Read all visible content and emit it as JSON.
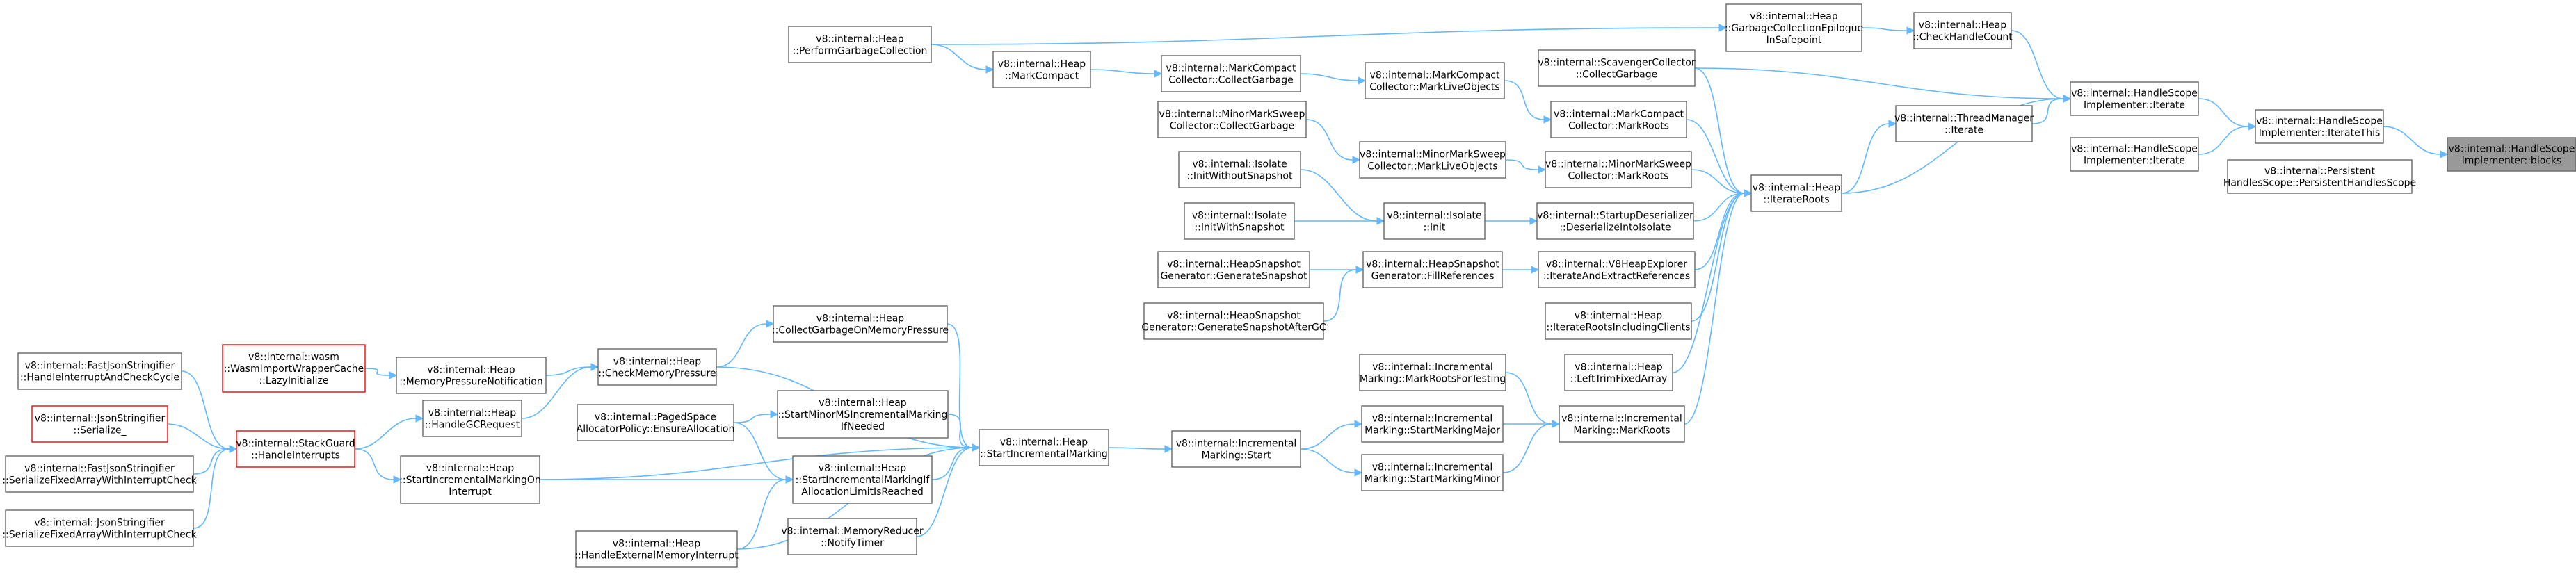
{
  "colors": {
    "edge": "#63b8ff",
    "node_border": "#666666",
    "node_border_red": "#ff0000",
    "focus_fill": "#999999"
  },
  "nodes": {
    "blocks": {
      "lines": [
        "v8::internal::HandleScope",
        "Implementer::blocks"
      ],
      "style": "focus"
    },
    "iterateThis": {
      "lines": [
        "v8::internal::HandleScope",
        "Implementer::IterateThis"
      ]
    },
    "persistentHS": {
      "lines": [
        "v8::internal::Persistent",
        "HandlesScope::PersistentHandlesScope"
      ]
    },
    "hsIterate1": {
      "lines": [
        "v8::internal::HandleScope",
        "Implementer::Iterate"
      ]
    },
    "hsIterate2": {
      "lines": [
        "v8::internal::HandleScope",
        "Implementer::Iterate"
      ]
    },
    "checkHandleCount": {
      "lines": [
        "v8::internal::Heap",
        "::CheckHandleCount"
      ]
    },
    "gcEpilogue": {
      "lines": [
        "v8::internal::Heap",
        "::GarbageCollectionEpilogue",
        "InSafepoint"
      ]
    },
    "performGC": {
      "lines": [
        "v8::internal::Heap",
        "::PerformGarbageCollection"
      ]
    },
    "threadMgrIterate": {
      "lines": [
        "v8::internal::ThreadManager",
        "::Iterate"
      ]
    },
    "iterateRoots": {
      "lines": [
        "v8::internal::Heap",
        "::IterateRoots"
      ]
    },
    "scavengerCollect": {
      "lines": [
        "v8::internal::ScavengerCollector",
        "::CollectGarbage"
      ]
    },
    "mcMarkRoots": {
      "lines": [
        "v8::internal::MarkCompact",
        "Collector::MarkRoots"
      ]
    },
    "mcMarkLive": {
      "lines": [
        "v8::internal::MarkCompact",
        "Collector::MarkLiveObjects"
      ]
    },
    "mcCollect": {
      "lines": [
        "v8::internal::MarkCompact",
        "Collector::CollectGarbage"
      ]
    },
    "heapMarkCompact": {
      "lines": [
        "v8::internal::Heap",
        "::MarkCompact"
      ]
    },
    "mmsMarkRoots": {
      "lines": [
        "v8::internal::MinorMarkSweep",
        "Collector::MarkRoots"
      ]
    },
    "mmsMarkLive": {
      "lines": [
        "v8::internal::MinorMarkSweep",
        "Collector::MarkLiveObjects"
      ]
    },
    "mmsCollect": {
      "lines": [
        "v8::internal::MinorMarkSweep",
        "Collector::CollectGarbage"
      ]
    },
    "startupDeser": {
      "lines": [
        "v8::internal::StartupDeserializer",
        "::DeserializeIntoIsolate"
      ]
    },
    "isolateInit": {
      "lines": [
        "v8::internal::Isolate",
        "::Init"
      ]
    },
    "initWithoutSnap": {
      "lines": [
        "v8::internal::Isolate",
        "::InitWithoutSnapshot"
      ]
    },
    "initWithSnap": {
      "lines": [
        "v8::internal::Isolate",
        "::InitWithSnapshot"
      ]
    },
    "v8HeapExplorer": {
      "lines": [
        "v8::internal::V8HeapExplorer",
        "::IterateAndExtractReferences"
      ]
    },
    "fillReferences": {
      "lines": [
        "v8::internal::HeapSnapshot",
        "Generator::FillReferences"
      ]
    },
    "genSnapshot": {
      "lines": [
        "v8::internal::HeapSnapshot",
        "Generator::GenerateSnapshot"
      ]
    },
    "genSnapshotAfterGC": {
      "lines": [
        "v8::internal::HeapSnapshot",
        "Generator::GenerateSnapshotAfterGC"
      ]
    },
    "iterRootsClients": {
      "lines": [
        "v8::internal::Heap",
        "::IterateRootsIncludingClients"
      ]
    },
    "leftTrim": {
      "lines": [
        "v8::internal::Heap",
        "::LeftTrimFixedArray"
      ]
    },
    "incMarkRoots": {
      "lines": [
        "v8::internal::Incremental",
        "Marking::MarkRoots"
      ]
    },
    "incMarkRootsTesting": {
      "lines": [
        "v8::internal::Incremental",
        "Marking::MarkRootsForTesting"
      ]
    },
    "startMarkingMajor": {
      "lines": [
        "v8::internal::Incremental",
        "Marking::StartMarkingMajor"
      ]
    },
    "startMarkingMinor": {
      "lines": [
        "v8::internal::Incremental",
        "Marking::StartMarkingMinor"
      ]
    },
    "incMarkStart": {
      "lines": [
        "v8::internal::Incremental",
        "Marking::Start"
      ]
    },
    "startIncMarking": {
      "lines": [
        "v8::internal::Heap",
        "::StartIncrementalMarking"
      ]
    },
    "collectOnPressure": {
      "lines": [
        "v8::internal::Heap",
        "::CollectGarbageOnMemoryPressure"
      ]
    },
    "checkMemPressure": {
      "lines": [
        "v8::internal::Heap",
        "::CheckMemoryPressure"
      ]
    },
    "memPressureNotif": {
      "lines": [
        "v8::internal::Heap",
        "::MemoryPressureNotification"
      ]
    },
    "wasmImport": {
      "lines": [
        "v8::internal::wasm",
        "::WasmImportWrapperCache",
        "::LazyInitialize"
      ],
      "style": "red"
    },
    "startMinorMS": {
      "lines": [
        "v8::internal::Heap",
        "::StartMinorMSIncrementalMarking",
        "IfNeeded"
      ]
    },
    "pagedSpace": {
      "lines": [
        "v8::internal::PagedSpace",
        "AllocatorPolicy::EnsureAllocation"
      ]
    },
    "startIncIfAlloc": {
      "lines": [
        "v8::internal::Heap",
        "::StartIncrementalMarkingIf",
        "AllocationLimitIsReached"
      ]
    },
    "memReducer": {
      "lines": [
        "v8::internal::MemoryReducer",
        "::NotifyTimer"
      ]
    },
    "extMemInterrupt": {
      "lines": [
        "v8::internal::Heap",
        "::HandleExternalMemoryInterrupt"
      ]
    },
    "handleGCRequest": {
      "lines": [
        "v8::internal::Heap",
        "::HandleGCRequest"
      ]
    },
    "startIncOnInterrupt": {
      "lines": [
        "v8::internal::Heap",
        "::StartIncrementalMarkingOn",
        "Interrupt"
      ]
    },
    "stackGuard": {
      "lines": [
        "v8::internal::StackGuard",
        "::HandleInterrupts"
      ],
      "style": "red"
    },
    "fjsHandleInterrupt": {
      "lines": [
        "v8::internal::FastJsonStringifier",
        "::HandleInterruptAndCheckCycle"
      ]
    },
    "jsonSerialize": {
      "lines": [
        "v8::internal::JsonStringifier",
        "::Serialize_"
      ],
      "style": "red"
    },
    "fjsSerializeFixed": {
      "lines": [
        "v8::internal::FastJsonStringifier",
        "::SerializeFixedArrayWithInterruptCheck"
      ]
    },
    "jsSerializeFixed": {
      "lines": [
        "v8::internal::JsonStringifier",
        "::SerializeFixedArrayWithInterruptCheck"
      ]
    }
  },
  "edges": [
    [
      "iterateThis",
      "blocks"
    ],
    [
      "hsIterate1",
      "iterateThis"
    ],
    [
      "hsIterate2",
      "iterateThis"
    ],
    [
      "checkHandleCount",
      "hsIterate1"
    ],
    [
      "gcEpilogue",
      "checkHandleCount"
    ],
    [
      "performGC",
      "gcEpilogue"
    ],
    [
      "scavengerCollect",
      "hsIterate1"
    ],
    [
      "threadMgrIterate",
      "hsIterate1"
    ],
    [
      "iterateRoots",
      "hsIterate1"
    ],
    [
      "iterateRoots",
      "threadMgrIterate"
    ],
    [
      "performGC",
      "heapMarkCompact"
    ],
    [
      "heapMarkCompact",
      "mcCollect"
    ],
    [
      "mcCollect",
      "mcMarkLive"
    ],
    [
      "mcMarkLive",
      "mcMarkRoots"
    ],
    [
      "mmsCollect",
      "mmsMarkLive"
    ],
    [
      "mmsMarkLive",
      "mmsMarkRoots"
    ],
    [
      "initWithoutSnap",
      "isolateInit"
    ],
    [
      "initWithSnap",
      "isolateInit"
    ],
    [
      "isolateInit",
      "startupDeser"
    ],
    [
      "genSnapshot",
      "fillReferences"
    ],
    [
      "genSnapshotAfterGC",
      "fillReferences"
    ],
    [
      "fillReferences",
      "v8HeapExplorer"
    ],
    [
      "scavengerCollect",
      "iterateRoots"
    ],
    [
      "mcMarkRoots",
      "iterateRoots"
    ],
    [
      "mmsMarkRoots",
      "iterateRoots"
    ],
    [
      "startupDeser",
      "iterateRoots"
    ],
    [
      "v8HeapExplorer",
      "iterateRoots"
    ],
    [
      "iterRootsClients",
      "iterateRoots"
    ],
    [
      "leftTrim",
      "iterateRoots"
    ],
    [
      "incMarkRoots",
      "iterateRoots"
    ],
    [
      "incMarkRootsTesting",
      "incMarkRoots"
    ],
    [
      "startMarkingMajor",
      "incMarkRoots"
    ],
    [
      "startMarkingMinor",
      "incMarkRoots"
    ],
    [
      "incMarkStart",
      "startMarkingMajor"
    ],
    [
      "incMarkStart",
      "startMarkingMinor"
    ],
    [
      "startIncMarking",
      "incMarkStart"
    ],
    [
      "collectOnPressure",
      "startIncMarking"
    ],
    [
      "checkMemPressure",
      "startIncMarking"
    ],
    [
      "checkMemPressure",
      "collectOnPressure"
    ],
    [
      "memPressureNotif",
      "checkMemPressure"
    ],
    [
      "wasmImport",
      "memPressureNotif"
    ],
    [
      "handleGCRequest",
      "checkMemPressure"
    ],
    [
      "startMinorMS",
      "startIncMarking"
    ],
    [
      "pagedSpace",
      "startMinorMS"
    ],
    [
      "pagedSpace",
      "startIncIfAlloc"
    ],
    [
      "startIncIfAlloc",
      "startIncMarking"
    ],
    [
      "memReducer",
      "startIncMarking"
    ],
    [
      "extMemInterrupt",
      "startIncMarking"
    ],
    [
      "extMemInterrupt",
      "startIncIfAlloc"
    ],
    [
      "startIncOnInterrupt",
      "startIncIfAlloc"
    ],
    [
      "startIncOnInterrupt",
      "startIncMarking"
    ],
    [
      "stackGuard",
      "handleGCRequest"
    ],
    [
      "stackGuard",
      "startIncOnInterrupt"
    ],
    [
      "fjsHandleInterrupt",
      "stackGuard"
    ],
    [
      "jsonSerialize",
      "stackGuard"
    ],
    [
      "fjsSerializeFixed",
      "stackGuard"
    ],
    [
      "jsSerializeFixed",
      "stackGuard"
    ]
  ]
}
